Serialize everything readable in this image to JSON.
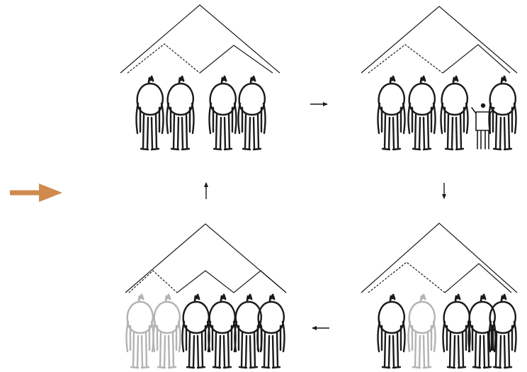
{
  "colors": {
    "ink": "#1a1a1a",
    "faded": "#b3b3b3",
    "accent": "#d08a4e",
    "background": "#ffffff"
  },
  "entry_arrow": {
    "icon": "right-arrow-icon",
    "color": "#d08a4e"
  },
  "panels": [
    {
      "id": "top-left",
      "house_icon": "two-roof-house-icon",
      "people": [
        "adult",
        "adult",
        "adult",
        "adult"
      ],
      "states": [
        "solid",
        "solid",
        "solid",
        "solid"
      ]
    },
    {
      "id": "top-right",
      "house_icon": "two-roof-house-icon",
      "people": [
        "adult",
        "adult",
        "adult",
        "child",
        "adult"
      ],
      "states": [
        "solid",
        "solid",
        "solid",
        "outline",
        "solid"
      ]
    },
    {
      "id": "bottom-right",
      "house_icon": "two-roof-house-icon",
      "people": [
        "adult",
        "adult",
        "adult",
        "adult",
        "adult"
      ],
      "states": [
        "solid",
        "faded",
        "solid",
        "solid",
        "solid"
      ]
    },
    {
      "id": "bottom-left",
      "house_icon": "two-roof-house-icon",
      "people": [
        "adult",
        "adult",
        "adult",
        "adult",
        "adult",
        "adult"
      ],
      "states": [
        "faded",
        "faded",
        "solid",
        "solid",
        "solid",
        "solid"
      ]
    }
  ],
  "cycle_arrows": [
    {
      "from": "top-left",
      "to": "top-right",
      "direction": "right",
      "icon": "right-arrow-icon"
    },
    {
      "from": "top-right",
      "to": "bottom-right",
      "direction": "down",
      "icon": "down-arrow-icon"
    },
    {
      "from": "bottom-right",
      "to": "bottom-left",
      "direction": "left",
      "icon": "left-arrow-icon"
    },
    {
      "from": "bottom-left",
      "to": "top-left",
      "direction": "up",
      "icon": "up-arrow-icon"
    }
  ]
}
